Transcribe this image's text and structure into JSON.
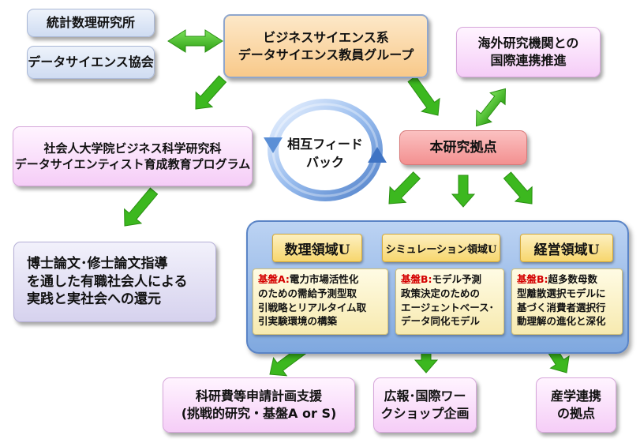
{
  "nodes": {
    "stat_institute": "統計数理研究所",
    "ds_association": "データサイエンス協会",
    "center_group_line1": "ビジネスサイエンス系",
    "center_group_line2": "データサイエンス教員グループ",
    "overseas_line1": "海外研究機関との",
    "overseas_line2": "国際連携推進",
    "grad_school_line1": "社会人大学院ビジネス科学研究科",
    "grad_school_line2": "データサイエンティスト育成教育プログラム",
    "hub": "本研究拠点",
    "feedback_line1": "相互フィード",
    "feedback_line2": "バック",
    "thesis_line1": "博士論文･修士論文指導",
    "thesis_line2": "を通した有職社会人による",
    "thesis_line3": "実践と実社会への還元",
    "kaken_line1": "科研費等申請計画支援",
    "kaken_line2": "(挑戦的研究・基盤A or S)",
    "pr_line1": "広報･国際ワー",
    "pr_line2": "クショップ企画",
    "industry_line1": "産学連携",
    "industry_line2": "の拠点"
  },
  "domains": [
    {
      "title": "数理領域U",
      "key": "基盤A:",
      "lines": [
        "電力市場活性化",
        "のための需給予測型取",
        "引戦略とリアルタイム取",
        "引実験環境の構築"
      ]
    },
    {
      "title": "シミュレーション領域U",
      "key": "基盤B:",
      "lines": [
        "モデル予測",
        "政策決定のための",
        "エージェントベース･",
        "データ同化モデル"
      ]
    },
    {
      "title": "経営領域U",
      "key": "基盤B:",
      "lines": [
        "超多数母数",
        "型離散選択モデルに",
        "基づく消費者選択行",
        "動理解の進化と深化"
      ]
    }
  ],
  "colors": {
    "arrow_green": "#3cb81f",
    "key_red": "#d40000",
    "cycle_blue": "#5b8fd6"
  }
}
